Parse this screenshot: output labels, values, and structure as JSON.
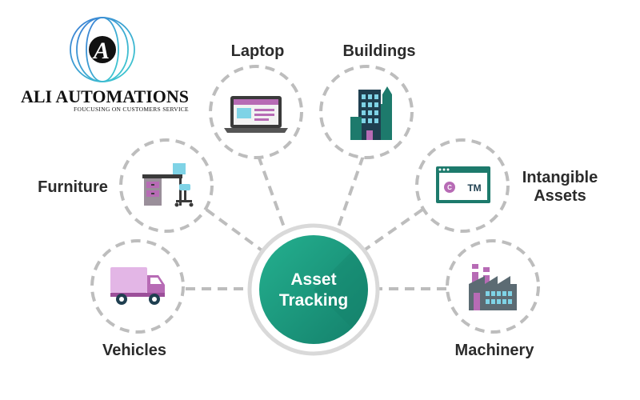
{
  "logo": {
    "name": "ALI AUTOMATIONS",
    "tagline": "FOUCUSING ON CUSTOMERS SERVICE",
    "mark": "A"
  },
  "center": {
    "line1": "Asset",
    "line2": "Tracking"
  },
  "nodes": {
    "laptop": "Laptop",
    "buildings": "Buildings",
    "furniture": "Furniture",
    "intangible_line1": "Intangible",
    "intangible_line2": "Assets",
    "vehicles": "Vehicles",
    "machinery": "Machinery"
  },
  "intangible_icon": {
    "trademark": "TM",
    "copyright": "C"
  },
  "icons": [
    "laptop-icon",
    "buildings-icon",
    "furniture-icon",
    "intangible-assets-icon",
    "truck-icon",
    "factory-icon"
  ],
  "colors": {
    "center": "#1fa688",
    "center_dark": "#15876f",
    "dashed": "#bdbdbd",
    "purple": "#b76bb5",
    "teal": "#1d7a6c",
    "navy": "#1f3f50"
  }
}
